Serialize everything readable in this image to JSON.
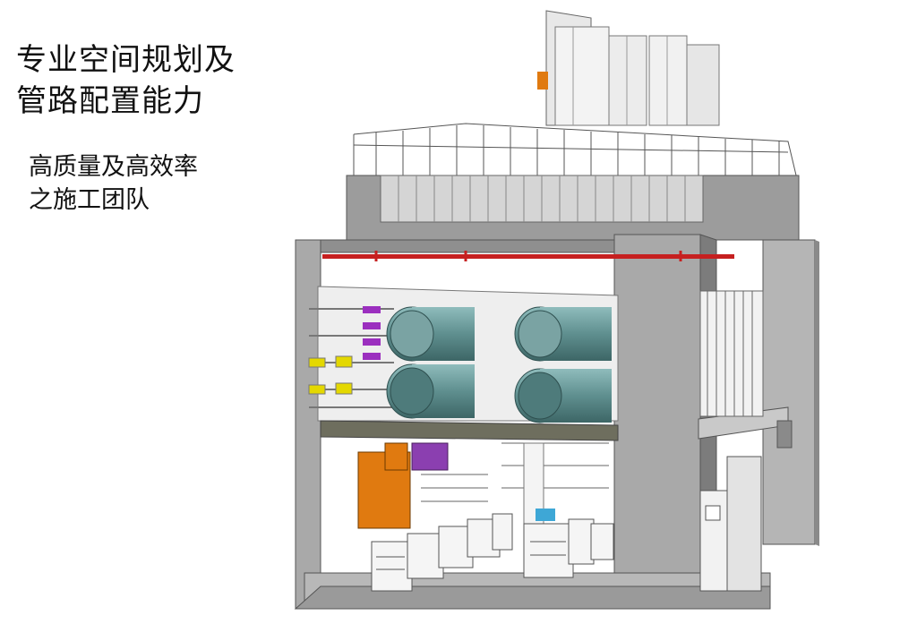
{
  "heading": {
    "line1": "专业空间规划及",
    "line2": "管路配置能力"
  },
  "subheading": {
    "line1": "高质量及高效率",
    "line2": "之施工团队"
  },
  "colors": {
    "background": "#ffffff",
    "concrete": "#a9a9a9",
    "concrete_dark": "#7c7c7c",
    "chiller": "#5f8f8f",
    "pipe_red": "#c62020",
    "pipe_purple": "#9b2fbf",
    "valve_yellow": "#e4d800",
    "panel_orange": "#e07a10"
  }
}
